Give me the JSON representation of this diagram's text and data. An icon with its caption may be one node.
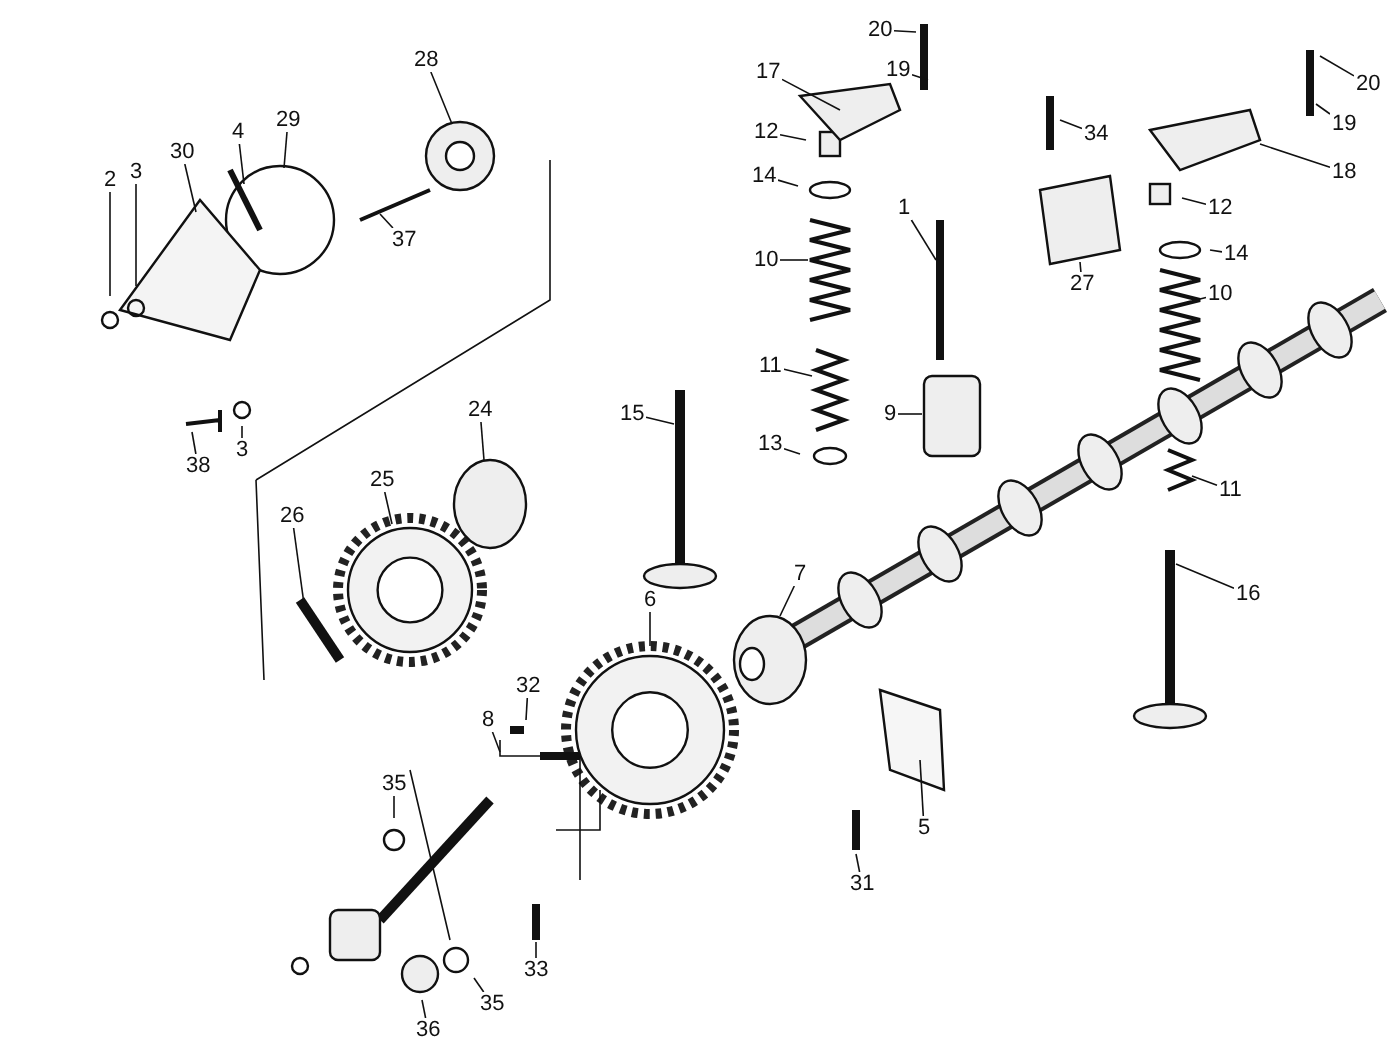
{
  "diagram": {
    "nodes": [
      {
        "text": [
          "20"
        ]
      },
      {
        "text": [
          "19"
        ]
      },
      {
        "text": [
          "17"
        ]
      },
      {
        "text": [
          "28"
        ]
      },
      {
        "text": [
          "20"
        ]
      },
      {
        "text": [
          "4"
        ]
      },
      {
        "text": [
          "29"
        ]
      },
      {
        "text": [
          "30"
        ]
      },
      {
        "text": [
          "2"
        ]
      },
      {
        "text": [
          "3"
        ]
      },
      {
        "text": [
          "12"
        ]
      },
      {
        "text": [
          "34"
        ]
      },
      {
        "text": [
          "19"
        ]
      },
      {
        "text": [
          "18"
        ]
      },
      {
        "text": [
          "14"
        ]
      },
      {
        "text": [
          "12"
        ]
      },
      {
        "text": [
          "1"
        ]
      },
      {
        "text": [
          "37"
        ]
      },
      {
        "text": [
          "14"
        ]
      },
      {
        "text": [
          "10"
        ]
      },
      {
        "text": [
          "27"
        ]
      },
      {
        "text": [
          "10"
        ]
      },
      {
        "text": [
          "11"
        ]
      },
      {
        "text": [
          "24"
        ]
      },
      {
        "text": [
          "15"
        ]
      },
      {
        "text": [
          "9"
        ]
      },
      {
        "text": [
          "13"
        ]
      },
      {
        "text": [
          "38"
        ]
      },
      {
        "text": [
          "3"
        ]
      },
      {
        "text": [
          "25"
        ]
      },
      {
        "text": [
          "11"
        ]
      },
      {
        "text": [
          "26"
        ]
      },
      {
        "text": [
          "7"
        ]
      },
      {
        "text": [
          "6"
        ]
      },
      {
        "text": [
          "16"
        ]
      },
      {
        "text": [
          "32"
        ]
      },
      {
        "text": [
          "8"
        ]
      },
      {
        "text": [
          "35"
        ]
      },
      {
        "text": [
          "5"
        ]
      },
      {
        "text": [
          "31"
        ]
      },
      {
        "text": [
          "33"
        ]
      },
      {
        "text": [
          "36"
        ]
      },
      {
        "text": [
          "35"
        ]
      }
    ],
    "edges": [
      {
        "from": 0,
        "to": null,
        "arrow": "none"
      },
      {
        "from": 1,
        "to": null,
        "arrow": "none"
      },
      {
        "from": 2,
        "to": null,
        "arrow": "none"
      },
      {
        "from": 3,
        "to": null,
        "arrow": "none"
      },
      {
        "from": 4,
        "to": null,
        "arrow": "none"
      },
      {
        "from": 5,
        "to": null,
        "arrow": "none"
      },
      {
        "from": 6,
        "to": null,
        "arrow": "none"
      },
      {
        "from": 7,
        "to": null,
        "arrow": "none"
      },
      {
        "from": 8,
        "to": null,
        "arrow": "none"
      },
      {
        "from": 9,
        "to": null,
        "arrow": "none"
      },
      {
        "from": 10,
        "to": null,
        "arrow": "none"
      },
      {
        "from": 11,
        "to": null,
        "arrow": "none"
      },
      {
        "from": 12,
        "to": null,
        "arrow": "none"
      },
      {
        "from": 13,
        "to": null,
        "arrow": "none"
      },
      {
        "from": 14,
        "to": null,
        "arrow": "none"
      },
      {
        "from": 15,
        "to": null,
        "arrow": "none"
      },
      {
        "from": 16,
        "to": null,
        "arrow": "none"
      },
      {
        "from": 17,
        "to": null,
        "arrow": "none"
      },
      {
        "from": 18,
        "to": null,
        "arrow": "none"
      },
      {
        "from": 19,
        "to": null,
        "arrow": "none"
      },
      {
        "from": 20,
        "to": null,
        "arrow": "none"
      },
      {
        "from": 21,
        "to": null,
        "arrow": "none"
      },
      {
        "from": 22,
        "to": null,
        "arrow": "none"
      },
      {
        "from": 23,
        "to": null,
        "arrow": "none"
      },
      {
        "from": 24,
        "to": null,
        "arrow": "none"
      },
      {
        "from": 25,
        "to": null,
        "arrow": "none"
      },
      {
        "from": 26,
        "to": null,
        "arrow": "none"
      },
      {
        "from": 27,
        "to": null,
        "arrow": "none"
      },
      {
        "from": 28,
        "to": null,
        "arrow": "none"
      },
      {
        "from": 29,
        "to": null,
        "arrow": "none"
      },
      {
        "from": 30,
        "to": null,
        "arrow": "none"
      },
      {
        "from": 31,
        "to": null,
        "arrow": "none"
      },
      {
        "from": 32,
        "to": null,
        "arrow": "none"
      },
      {
        "from": 33,
        "to": null,
        "arrow": "none"
      },
      {
        "from": 34,
        "to": null,
        "arrow": "none"
      },
      {
        "from": 35,
        "to": null,
        "arrow": "none"
      },
      {
        "from": 36,
        "to": null,
        "arrow": "none"
      },
      {
        "from": 37,
        "to": null,
        "arrow": "none"
      },
      {
        "from": 38,
        "to": null,
        "arrow": "none"
      },
      {
        "from": 39,
        "to": null,
        "arrow": "none"
      },
      {
        "from": 40,
        "to": null,
        "arrow": "none"
      },
      {
        "from": 41,
        "to": null,
        "arrow": "none"
      },
      {
        "from": 42,
        "to": null,
        "arrow": "none"
      }
    ]
  }
}
